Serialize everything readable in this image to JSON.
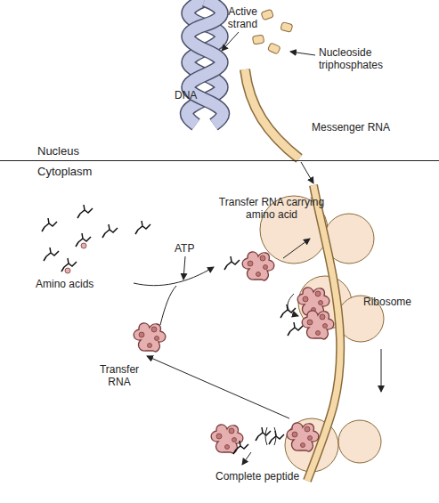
{
  "diagram": {
    "nodes": [
      {
        "text": [
          "Nucleus"
        ]
      },
      {
        "text": [
          "Cytoplasm"
        ]
      }
    ],
    "labels": [
      "Active strand",
      "Nucleoside triphosphates",
      "DNA",
      "Messenger RNA",
      "Transfer RNA carrying amino acid",
      "Amino acids",
      "ATP",
      "Ribosome",
      "Transfer RNA",
      "Complete peptide"
    ]
  }
}
